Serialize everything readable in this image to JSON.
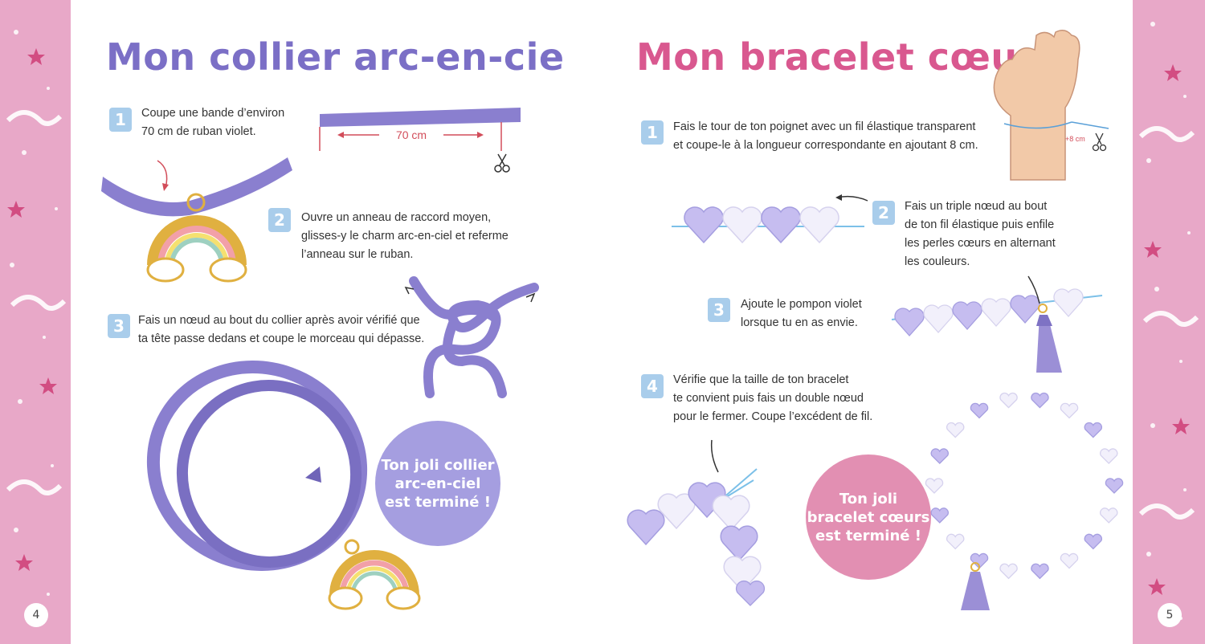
{
  "left_page": {
    "title": "Mon collier arc-en-ciel",
    "steps": [
      {
        "num": "1",
        "text_lines": [
          "Coupe une bande d’environ",
          "70 cm de ruban violet."
        ]
      },
      {
        "num": "2",
        "text_lines": [
          "Ouvre un anneau de raccord moyen,",
          "glisses-y le charm arc-en-ciel et referme",
          "l’anneau sur le ruban."
        ]
      },
      {
        "num": "3",
        "text_lines": [
          "Fais un nœud au bout du collier après avoir vérifié que",
          "ta tête passe dedans et coupe le morceau qui dépasse."
        ]
      }
    ],
    "measure_label": "70 cm",
    "bubble_lines": [
      "Ton joli collier",
      "arc-en-ciel",
      "est terminé !"
    ],
    "page_number": "4"
  },
  "right_page": {
    "title": "Mon bracelet cœurs",
    "steps": [
      {
        "num": "1",
        "text_lines": [
          "Fais le tour de ton poignet avec un fil élastique transparent",
          "et coupe-le à la longueur correspondante en ajoutant 8 cm."
        ]
      },
      {
        "num": "2",
        "text_lines": [
          "Fais un triple nœud au bout",
          "de ton fil élastique puis enfile",
          "les perles cœurs en alternant",
          "les couleurs."
        ]
      },
      {
        "num": "3",
        "text_lines": [
          "Ajoute le pompon violet",
          "lorsque tu en as envie."
        ]
      },
      {
        "num": "4",
        "text_lines": [
          "Vérifie que la taille de ton bracelet",
          "te convient puis fais un double nœud",
          "pour le fermer.  Coupe l’excédent de fil."
        ]
      }
    ],
    "wrist_label": "+8 cm",
    "bubble_lines": [
      "Ton joli",
      "bracelet cœurs",
      "est terminé !"
    ],
    "page_number": "5"
  },
  "colors": {
    "violet_title": "#7b6fc6",
    "pink_title": "#d9588f",
    "ribbon": "#8a7fcf",
    "step_badge": "#a9cdeb",
    "border_pink": "#e8a8c8",
    "bubble_violet": "#a59ee0",
    "bubble_pink": "#e28fb2"
  },
  "icons": [
    "scissors-icon",
    "hand-icon",
    "rainbow-charm-icon",
    "heart-bead-icon",
    "tassel-icon",
    "arrow-icon",
    "unicorn-pattern"
  ]
}
